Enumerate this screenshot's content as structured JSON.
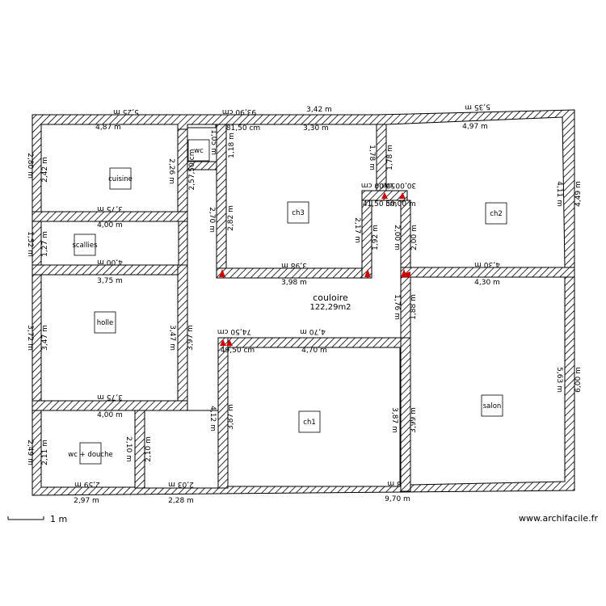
{
  "rooms": {
    "cuisine": "cuisine",
    "wc": "wc",
    "scallies": "scallies",
    "holle": "holle",
    "wc_douche": "wc + douche",
    "ch3": "ch3",
    "ch2": "ch2",
    "couloire": "couloire",
    "couloire_area": "122,29m2",
    "ch1": "ch1",
    "salon": "salon"
  },
  "dims": {
    "top_left_out": "5,25 m",
    "top_mid_out": "93,90 cm",
    "top_mid2_out": "3,42 m",
    "top_right_out": "5,35 m",
    "cuisine_top": "4,87 m",
    "wc_top": "81,50 cm",
    "ch3_top": "3,30 m",
    "ch2_top": "4,97 m",
    "left_280": "2,80 m",
    "cuisine_242": "2,42 m",
    "cuisine_226": "2,26 m",
    "wc_105": "1,05 m",
    "wc_118": "1,18 m",
    "wc_250": "2,57,50 cm",
    "ch3_178a": "1,78 m",
    "ch3_178b": "1,78 m",
    "ch2_411": "4,11 m",
    "right_449": "4,49 m",
    "cuisine_375": "3,75 m",
    "cuisine_400": "4,00 m",
    "ch3_270": "2,70 m",
    "ch3_282": "2,82 m",
    "ch3_217": "2,17 m",
    "ch3_192": "1,92 m",
    "small_a": "50,00 cm",
    "small_b": "41,50 cm",
    "small_c": "30,00 cm",
    "small_d": "50,00 m",
    "ch2_200a": "2,00 m",
    "ch2_200b": "2,00 m",
    "left_152": "1,52 m",
    "scallies_127": "1,27 m",
    "scallies_400": "4,00 m",
    "ch3_398a": "3,98 m",
    "ch3_398b": "3,98 m",
    "ch2_430a": "4,30 m",
    "ch2_430b": "4,30 m",
    "holle_375": "3,75 m",
    "cor_176": "1,76 m",
    "cor_188": "1,88 m",
    "left_372": "3,72 m",
    "holle_347a": "3,47 m",
    "holle_347b": "3,47 m",
    "holle_397": "3,97 m",
    "ch1_7450": "74,50 cm",
    "ch1_4950": "49,50 cm",
    "ch1_470a": "4,70 m",
    "ch1_470b": "4,70 m",
    "salon_563": "5,63 m",
    "right_600": "6,00 m",
    "holle_375b": "3,75 m",
    "holle_400b": "4,00 m",
    "ch1_412": "4,12 m",
    "ch1_387a": "3,87 m",
    "ch1_387b": "3,87 m",
    "ch1_399": "3,99 m",
    "left_249": "2,49 m",
    "wc_211": "2,11 m",
    "wc_210a": "2,10 m",
    "wc_210b": "2,10 m",
    "wc_259": "2,59 m",
    "mid_203": "2,03 m",
    "ch1_bot_m": "3 m",
    "bot_297": "2,97 m",
    "bot_228": "2,28 m",
    "bot_970": "9,70 m"
  },
  "scale": {
    "label": "1 m"
  },
  "credit": "www.archifacile.fr"
}
